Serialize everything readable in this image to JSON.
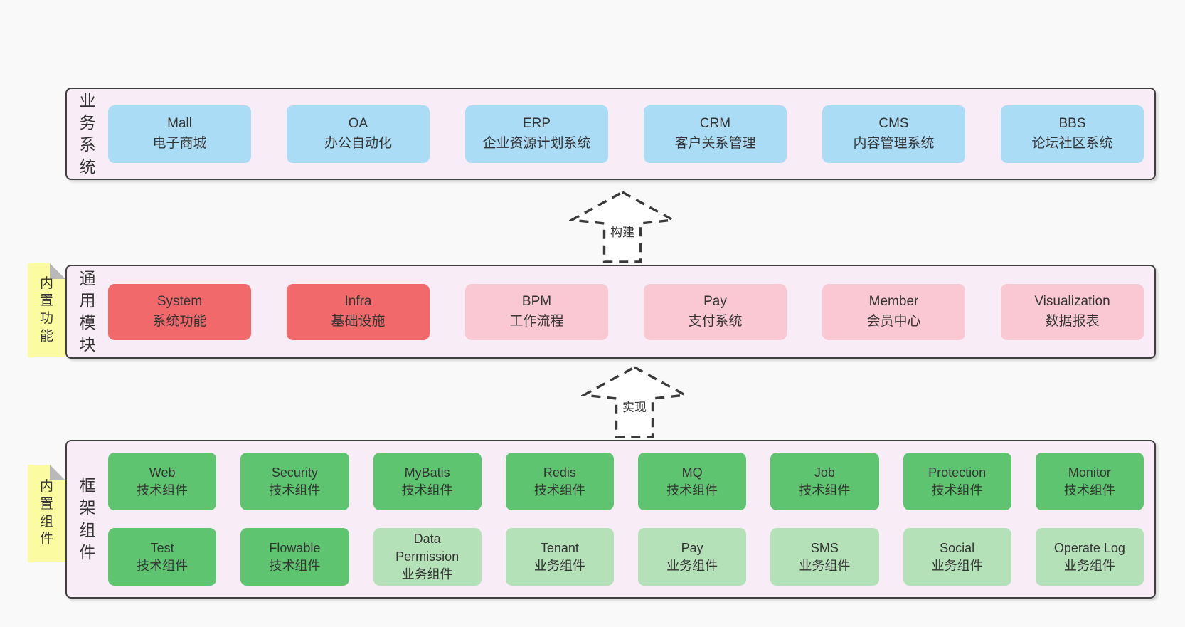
{
  "colors": {
    "page_bg": "#f9f9f9",
    "panel_bg": "#f8edf6",
    "panel_border": "#3f3f3f",
    "blue_box": "#abdcf6",
    "red_box": "#f1696b",
    "pink_box": "#f9c8d3",
    "green_box": "#5ec470",
    "light_green_box": "#b4e1b7",
    "yellow_note": "#fbfba1",
    "note_fold": "#b9b9b9",
    "arrow_fill": "#ffffff",
    "text": "#333333"
  },
  "arrows": [
    {
      "label": "构建"
    },
    {
      "label": "实现"
    }
  ],
  "panels": {
    "business": {
      "label": "业务系统",
      "boxes": [
        {
          "en": "Mall",
          "zh": "电子商城"
        },
        {
          "en": "OA",
          "zh": "办公自动化"
        },
        {
          "en": "ERP",
          "zh": "企业资源计划系统"
        },
        {
          "en": "CRM",
          "zh": "客户关系管理"
        },
        {
          "en": "CMS",
          "zh": "内容管理系统"
        },
        {
          "en": "BBS",
          "zh": "论坛社区系统"
        }
      ]
    },
    "modules": {
      "label": "通用模块",
      "note": "内置功能",
      "boxes": [
        {
          "en": "System",
          "zh": "系统功能"
        },
        {
          "en": "Infra",
          "zh": "基础设施"
        },
        {
          "en": "BPM",
          "zh": "工作流程"
        },
        {
          "en": "Pay",
          "zh": "支付系统"
        },
        {
          "en": "Member",
          "zh": "会员中心"
        },
        {
          "en": "Visualization",
          "zh": "数据报表"
        }
      ]
    },
    "framework": {
      "label": "框架组件",
      "note": "内置组件",
      "row1": [
        {
          "en": "Web",
          "zh": "技术组件"
        },
        {
          "en": "Security",
          "zh": "技术组件"
        },
        {
          "en": "MyBatis",
          "zh": "技术组件"
        },
        {
          "en": "Redis",
          "zh": "技术组件"
        },
        {
          "en": "MQ",
          "zh": "技术组件"
        },
        {
          "en": "Job",
          "zh": "技术组件"
        },
        {
          "en": "Protection",
          "zh": "技术组件"
        },
        {
          "en": "Monitor",
          "zh": "技术组件"
        }
      ],
      "row2": [
        {
          "en": "Test",
          "zh": "技术组件"
        },
        {
          "en": "Flowable",
          "zh": "技术组件"
        },
        {
          "en": "Data Permission",
          "zh": "业务组件"
        },
        {
          "en": "Tenant",
          "zh": "业务组件"
        },
        {
          "en": "Pay",
          "zh": "业务组件"
        },
        {
          "en": "SMS",
          "zh": "业务组件"
        },
        {
          "en": "Social",
          "zh": "业务组件"
        },
        {
          "en": "Operate Log",
          "zh": "业务组件"
        }
      ]
    }
  }
}
